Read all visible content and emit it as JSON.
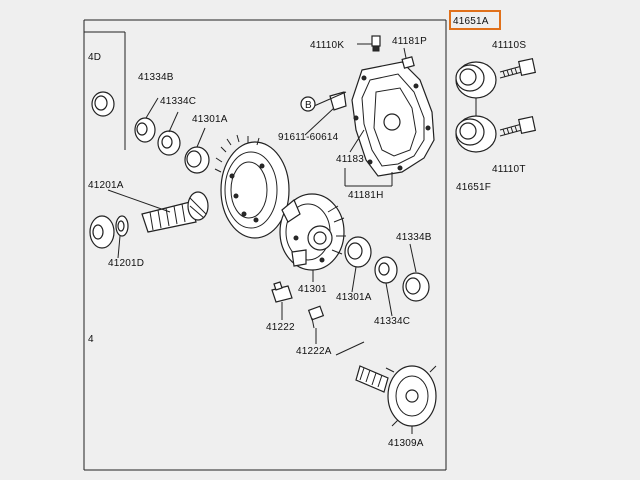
{
  "labels": {
    "l_41651A": "41651A",
    "l_41110S": "41110S",
    "l_41110T": "41110T",
    "l_41651F": "41651F",
    "l_41110K": "41110K",
    "l_41181P": "41181P",
    "l_B": "B",
    "l_91611": "91611-60614",
    "l_41183": "41183",
    "l_41181H": "41181H",
    "l_4D": "4D",
    "l_41334B_top": "41334B",
    "l_41334C_top": "41334C",
    "l_41301A_top": "41301A",
    "l_41201A": "41201A",
    "l_41201D": "41201D",
    "l_41334B_right": "41334B",
    "l_41301": "41301",
    "l_41301A_bot": "41301A",
    "l_41334C_bot": "41334C",
    "l_41222": "41222",
    "l_41222A": "41222A",
    "l_41309A": "41309A",
    "l_4": "4"
  },
  "colors": {
    "highlight": "#e0701a",
    "paper": "#efefef",
    "ink": "#222222"
  }
}
